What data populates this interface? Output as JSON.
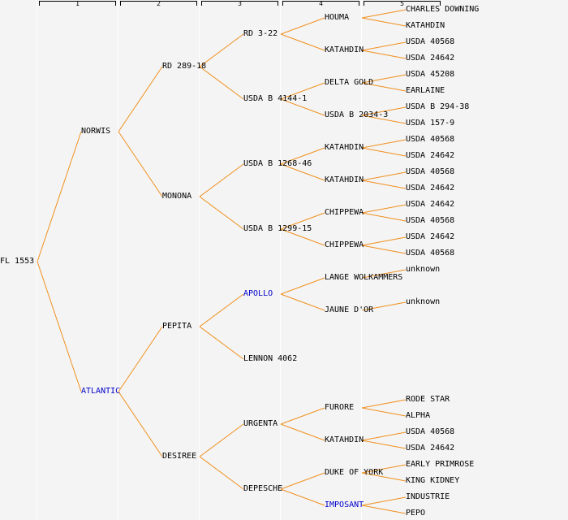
{
  "columns": [
    "1",
    "2",
    "3",
    "4",
    "5"
  ],
  "colors": {
    "line": "#f0901e",
    "link": "#0000cc",
    "text": "#000000",
    "background": "#f4f4f4"
  },
  "pedigree": {
    "name": "FL 1553",
    "children": [
      {
        "name": "NORWIS",
        "children": [
          {
            "name": "RD 289-18",
            "children": [
              {
                "name": "RD 3-22",
                "children": [
                  {
                    "name": "HOUMA",
                    "children": [
                      {
                        "name": "CHARLES DOWNING"
                      },
                      {
                        "name": "KATAHDIN"
                      }
                    ]
                  },
                  {
                    "name": "KATAHDIN",
                    "children": [
                      {
                        "name": "USDA 40568"
                      },
                      {
                        "name": "USDA 24642"
                      }
                    ]
                  }
                ]
              },
              {
                "name": "USDA B 4144-1",
                "children": [
                  {
                    "name": "DELTA GOLD",
                    "children": [
                      {
                        "name": "USDA 45208"
                      },
                      {
                        "name": "EARLAINE"
                      }
                    ]
                  },
                  {
                    "name": "USDA B 2034-3",
                    "children": [
                      {
                        "name": "USDA B 294-38"
                      },
                      {
                        "name": "USDA 157-9"
                      }
                    ]
                  }
                ]
              }
            ]
          },
          {
            "name": "MONONA",
            "children": [
              {
                "name": "USDA B 1268-46",
                "children": [
                  {
                    "name": "KATAHDIN",
                    "children": [
                      {
                        "name": "USDA 40568"
                      },
                      {
                        "name": "USDA 24642"
                      }
                    ]
                  },
                  {
                    "name": "KATAHDIN",
                    "children": [
                      {
                        "name": "USDA 40568"
                      },
                      {
                        "name": "USDA 24642"
                      }
                    ]
                  }
                ]
              },
              {
                "name": "USDA B 1299-15",
                "children": [
                  {
                    "name": "CHIPPEWA",
                    "children": [
                      {
                        "name": "USDA 24642"
                      },
                      {
                        "name": "USDA 40568"
                      }
                    ]
                  },
                  {
                    "name": "CHIPPEWA",
                    "children": [
                      {
                        "name": "USDA 24642"
                      },
                      {
                        "name": "USDA 40568"
                      }
                    ]
                  }
                ]
              }
            ]
          }
        ]
      },
      {
        "name": "ATLANTIC",
        "link": true,
        "children": [
          {
            "name": "PEPITA",
            "children": [
              {
                "name": "APOLLO",
                "link": true,
                "children": [
                  {
                    "name": "LANGE WOLKAMMERS",
                    "children": [
                      {
                        "name": "unknown"
                      }
                    ]
                  },
                  {
                    "name": "JAUNE D'OR",
                    "children": [
                      {
                        "name": "unknown"
                      }
                    ]
                  }
                ]
              },
              {
                "name": "LENNON 4062"
              }
            ]
          },
          {
            "name": "DESIREE",
            "children": [
              {
                "name": "URGENTA",
                "children": [
                  {
                    "name": "FURORE",
                    "children": [
                      {
                        "name": "RODE STAR"
                      },
                      {
                        "name": "ALPHA"
                      }
                    ]
                  },
                  {
                    "name": "KATAHDIN",
                    "children": [
                      {
                        "name": "USDA 40568"
                      },
                      {
                        "name": "USDA 24642"
                      }
                    ]
                  }
                ]
              },
              {
                "name": "DEPESCHE",
                "children": [
                  {
                    "name": "DUKE OF YORK",
                    "children": [
                      {
                        "name": "EARLY PRIMROSE"
                      },
                      {
                        "name": "KING KIDNEY"
                      }
                    ]
                  },
                  {
                    "name": "IMPOSANT",
                    "link": true,
                    "children": [
                      {
                        "name": "INDUSTRIE"
                      },
                      {
                        "name": "PEPO"
                      }
                    ]
                  }
                ]
              }
            ]
          }
        ]
      }
    ]
  }
}
